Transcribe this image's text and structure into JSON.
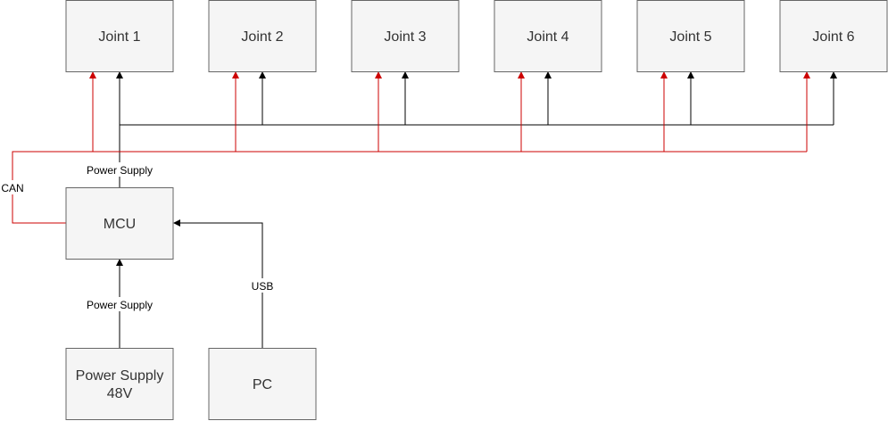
{
  "joints": [
    "Joint 1",
    "Joint 2",
    "Joint 3",
    "Joint 4",
    "Joint 5",
    "Joint 6"
  ],
  "mcu": {
    "label": "MCU"
  },
  "power_supply_box": {
    "line1": "Power Supply",
    "line2": "48V"
  },
  "pc": {
    "label": "PC"
  },
  "edge_labels": {
    "power_top": "Power Supply",
    "power_bottom": "Power Supply",
    "can": "CAN",
    "usb": "USB"
  },
  "colors": {
    "power_bus": "#000000",
    "can_bus": "#cc0000",
    "box_fill": "#f5f5f5",
    "box_border": "#666666"
  }
}
